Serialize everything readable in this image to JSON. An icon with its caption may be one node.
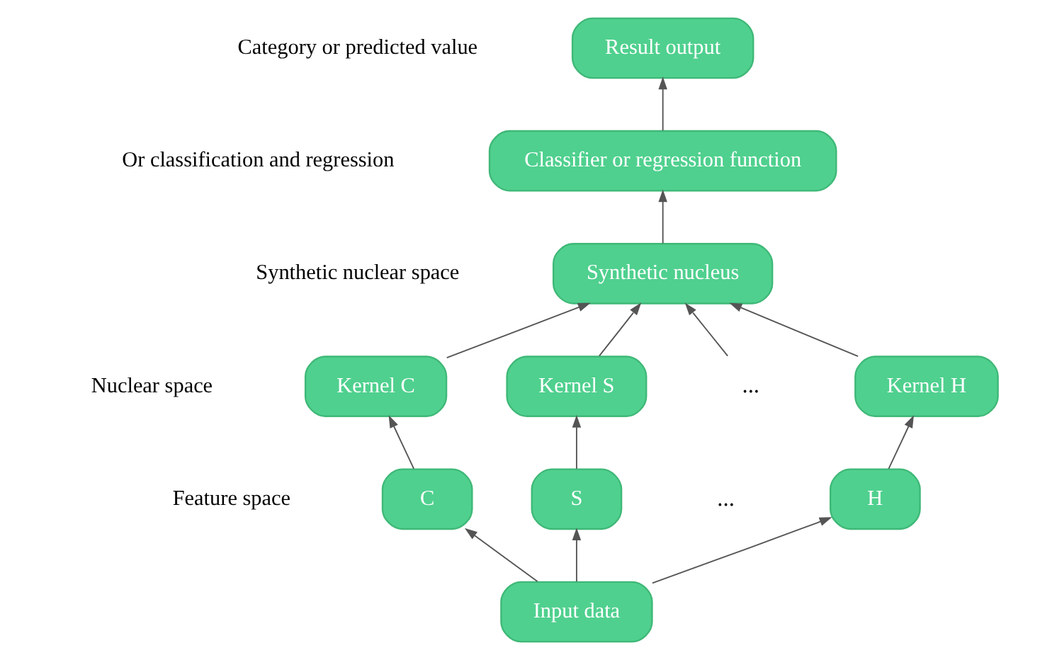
{
  "diagram": {
    "nodes": [
      {
        "text": [
          "Result output"
        ]
      },
      {
        "text": [
          "Classifier or regression function"
        ]
      },
      {
        "text": [
          "Synthetic nucleus"
        ]
      },
      {
        "text": [
          "Kernel C"
        ]
      },
      {
        "text": [
          "Kernel S"
        ]
      },
      {
        "text": [
          "..."
        ]
      },
      {
        "text": [
          "Kernel H"
        ]
      },
      {
        "text": [
          "C"
        ]
      },
      {
        "text": [
          "S"
        ]
      },
      {
        "text": [
          "H"
        ]
      },
      {
        "text": [
          "Input data"
        ]
      }
    ],
    "edges": [
      {
        "from": 10,
        "to": 7,
        "arrow": "to"
      },
      {
        "from": 10,
        "to": 8,
        "arrow": "to"
      },
      {
        "from": 10,
        "to": 9,
        "arrow": "to"
      },
      {
        "from": 7,
        "to": 3,
        "arrow": "to"
      },
      {
        "from": 8,
        "to": 4,
        "arrow": "to"
      },
      {
        "from": 9,
        "to": 6,
        "arrow": "to"
      },
      {
        "from": 3,
        "to": 2,
        "arrow": "to"
      },
      {
        "from": 4,
        "to": 2,
        "arrow": "to"
      },
      {
        "from": 5,
        "to": 2,
        "arrow": "to"
      },
      {
        "from": 6,
        "to": 2,
        "arrow": "to"
      },
      {
        "from": 2,
        "to": 1,
        "arrow": "to"
      },
      {
        "from": 1,
        "to": 0,
        "arrow": "to"
      }
    ],
    "labels": [
      "Category or predicted value",
      "Or classification and regression",
      "Synthetic nuclear space",
      "Nuclear space",
      "...",
      "Feature space"
    ]
  }
}
